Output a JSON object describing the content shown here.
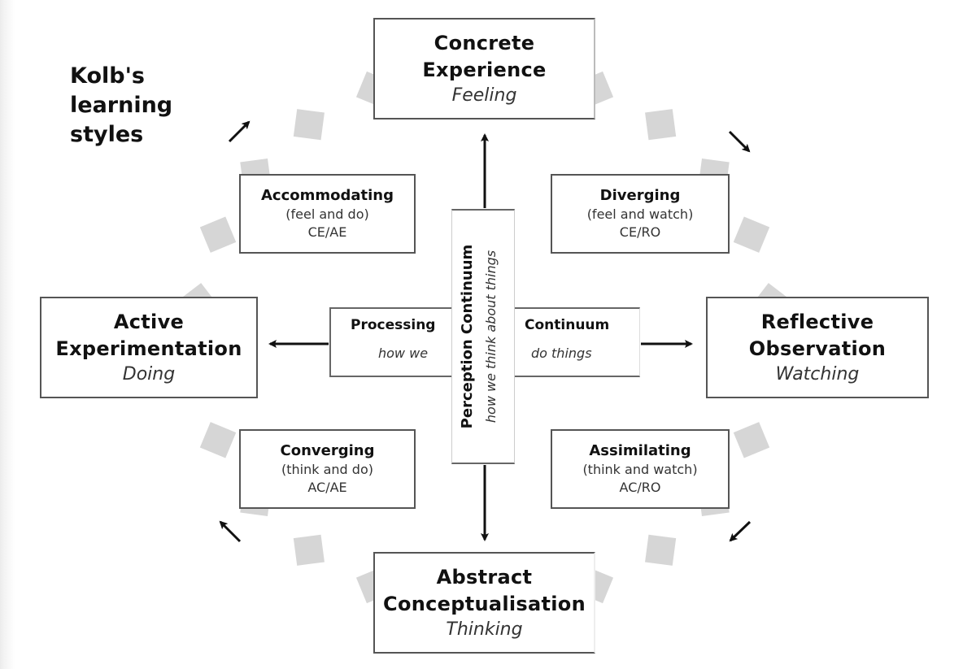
{
  "diagram": {
    "title": [
      "Kolb's",
      "learning",
      "styles"
    ],
    "stages": {
      "concrete_experience": {
        "title_lines": [
          "Concrete",
          "Experience"
        ],
        "subtitle": "Feeling"
      },
      "reflective_observation": {
        "title_lines": [
          "Reflective",
          "Observation"
        ],
        "subtitle": "Watching"
      },
      "abstract_conceptualisation": {
        "title_lines": [
          "Abstract",
          "Conceptualisation"
        ],
        "subtitle": "Thinking"
      },
      "active_experimentation": {
        "title_lines": [
          "Active",
          "Experimentation"
        ],
        "subtitle": "Doing"
      }
    },
    "styles": {
      "accommodating": {
        "title": "Accommodating",
        "description": "(feel and do)",
        "code": "CE/AE"
      },
      "diverging": {
        "title": "Diverging",
        "description": "(feel and watch)",
        "code": "CE/RO"
      },
      "converging": {
        "title": "Converging",
        "description": "(think and do)",
        "code": "AC/AE"
      },
      "assimilating": {
        "title": "Assimilating",
        "description": "(think and watch)",
        "code": "AC/RO"
      }
    },
    "processing_continuum": {
      "label_left": "Processing",
      "label_right": "Continuum",
      "sub_left": "how we",
      "sub_right": "do things"
    },
    "perception_continuum": {
      "label": "Perception Continuum",
      "sub": "how we think about things"
    },
    "cycle_direction": "clockwise",
    "colors": {
      "cycle_marker": "#d6d6d6",
      "box_border": "#555555",
      "arrow": "#111111"
    }
  }
}
